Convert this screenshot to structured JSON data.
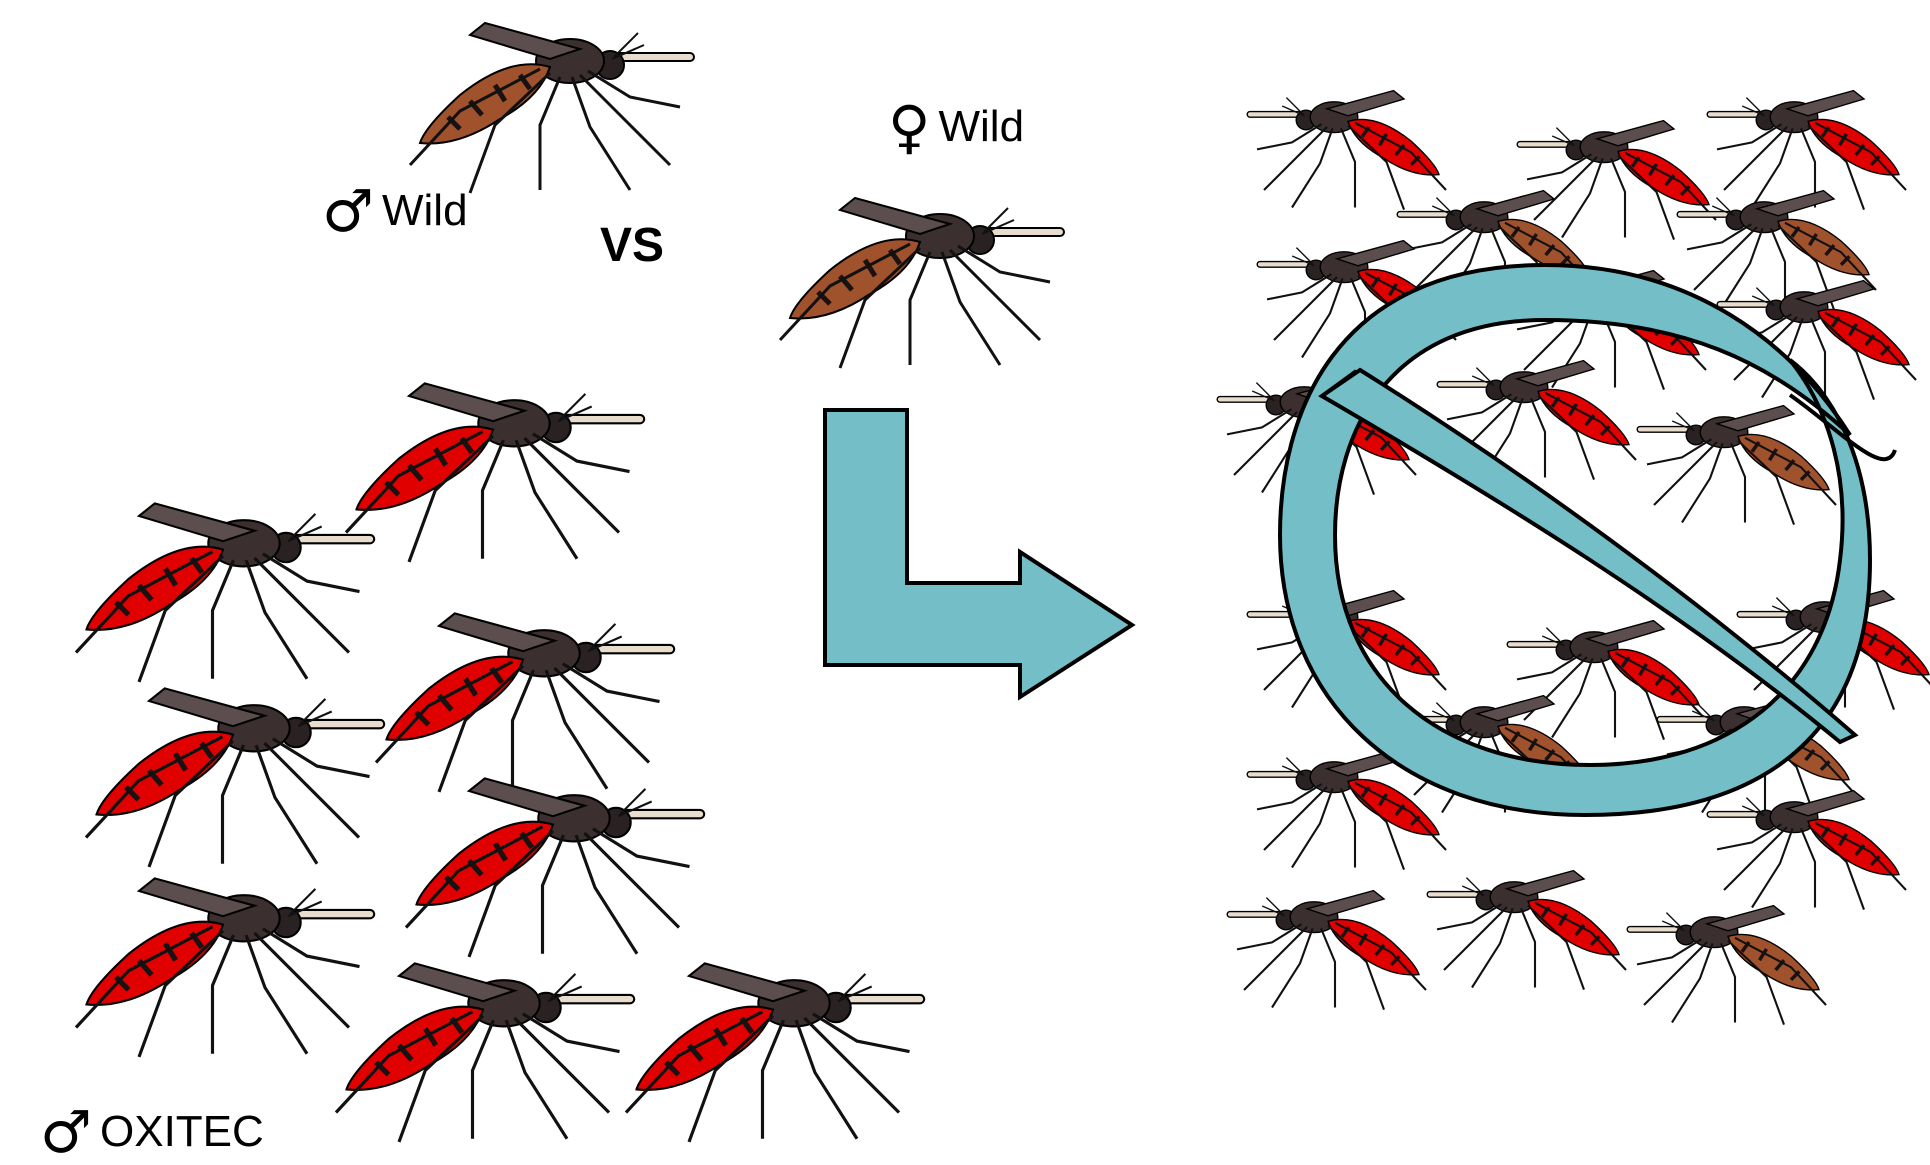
{
  "labels": {
    "male_symbol": "♂",
    "female_symbol": "♀",
    "male_wild": "Wild",
    "female_wild": "Wild",
    "vs": "VS",
    "male_oxitec": "OXITEC"
  },
  "colors": {
    "wild_abdomen": "#a0522d",
    "oxitec_abdomen": "#e00000",
    "body": "#3b2f2f",
    "arrow": "#74bec8",
    "prohibition": "#74bec8",
    "outline": "#000000"
  },
  "icons": {
    "arrow": "bent-arrow-right",
    "prohibition": "no-symbol"
  }
}
